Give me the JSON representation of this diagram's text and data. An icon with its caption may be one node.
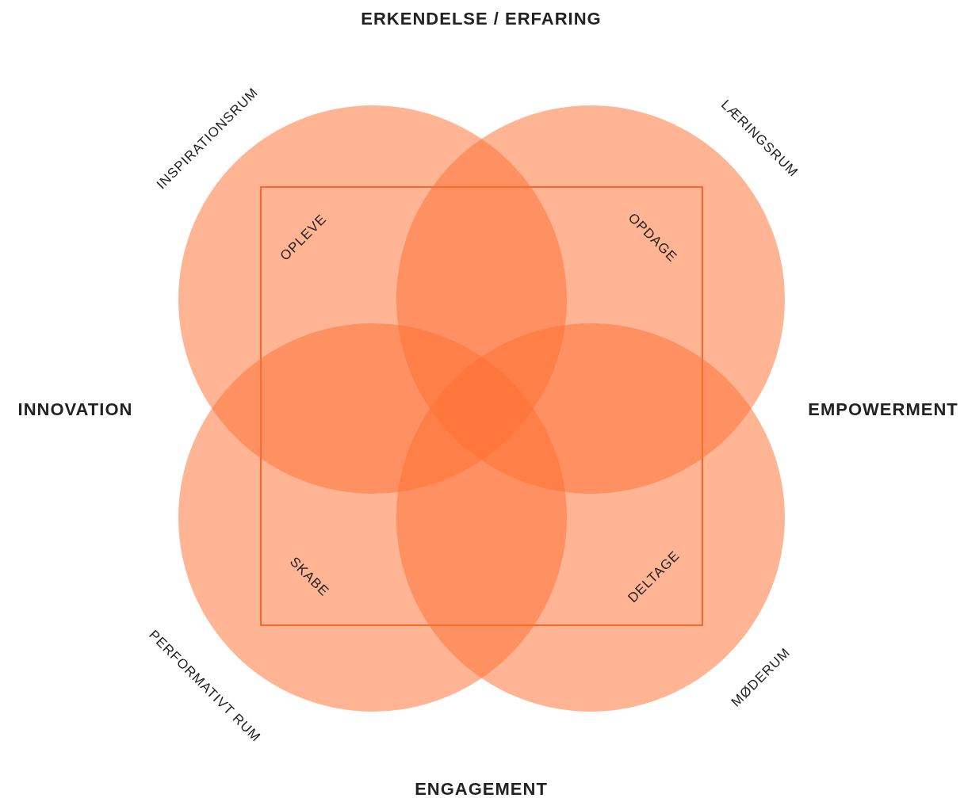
{
  "diagram": {
    "nodes": [
      {
        "text": [
          "OPLEVE"
        ]
      },
      {
        "text": [
          "OPDAGE"
        ]
      },
      {
        "text": [
          "SKABE"
        ]
      },
      {
        "text": [
          "DELTAGE"
        ]
      }
    ],
    "edges": [],
    "labels": [
      "ERKENDELSE / ERFARING",
      "INSPIRATIONSRUM",
      "LÆRINGSRUM",
      "INNOVATION",
      "EMPOWERMENT",
      "PERFORMATIVT RUM",
      "MØDERUM",
      "ENGAGEMENT"
    ]
  }
}
